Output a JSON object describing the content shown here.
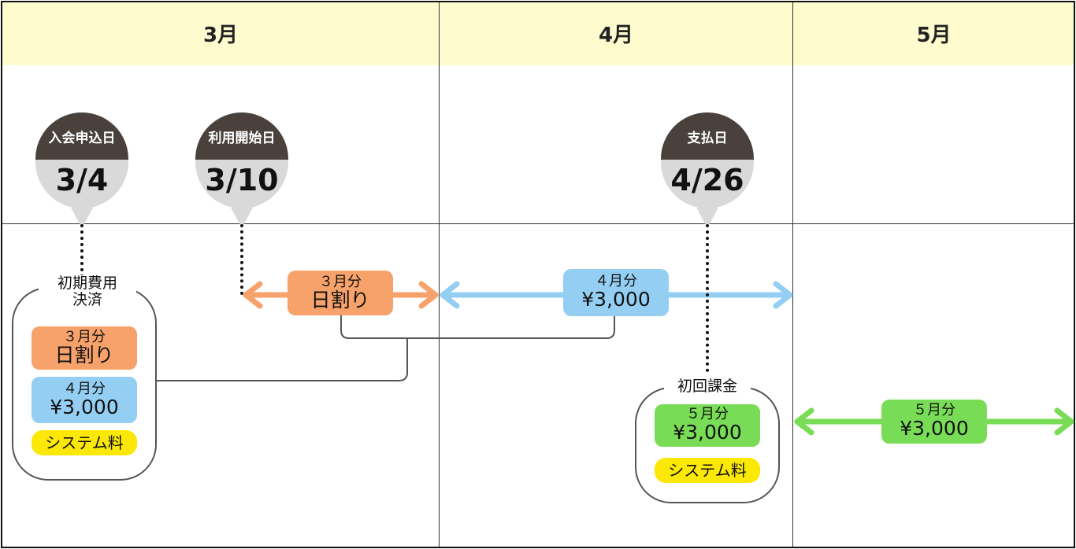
{
  "months": {
    "m1": "3月",
    "m2": "4月",
    "m3": "5月"
  },
  "pins": {
    "apply": {
      "label": "入会申込日",
      "date": "3/4"
    },
    "start": {
      "label": "利用開始日",
      "date": "3/10"
    },
    "payment": {
      "label": "支払日",
      "date": "4/26"
    }
  },
  "groups": {
    "initial": {
      "label_line1": "初期費用",
      "label_line2": "決済"
    },
    "first_charge": {
      "label": "初回課金"
    }
  },
  "boxes": {
    "march_prorate": {
      "line1": "３月分",
      "line2": "日割り"
    },
    "april": {
      "line1": "４月分",
      "line2": "¥3,000"
    },
    "may": {
      "line1": "５月分",
      "line2": "¥3,000"
    },
    "system_fee": "システム料"
  },
  "colors": {
    "header_bg": "#fefbcf",
    "orange": "#f7a26b",
    "blue": "#94cff3",
    "green": "#79dc56",
    "yellow": "#fbe806",
    "pin_dark": "#4a403c",
    "pin_light": "#d9d9d9"
  }
}
